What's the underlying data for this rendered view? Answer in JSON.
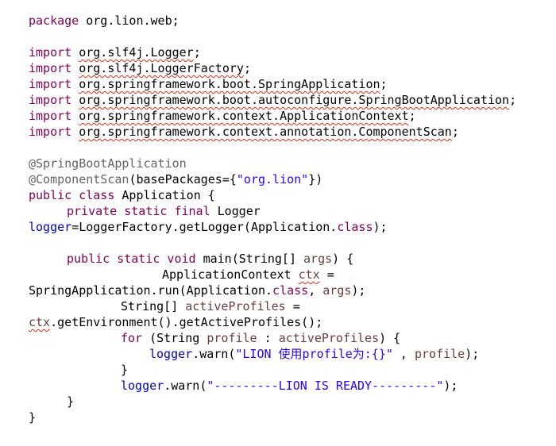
{
  "editor": {
    "package_kw": "package",
    "package_name": " org.lion.web;",
    "import_kw": "import",
    "imports": [
      "org.slf4j.Logger",
      "org.slf4j.LoggerFactory",
      "org.springframework.boot.SpringApplication",
      "org.springframework.boot.autoconfigure.SpringBootApplication",
      "org.springframework.context.ApplicationContext",
      "org.springframework.context.annotation.ComponentScan"
    ],
    "semicolon": ";",
    "ann_springboot": "@SpringBootApplication",
    "ann_componentscan": "@ComponentScan",
    "cs_open": "(basePackages={",
    "cs_str": "\"org.lion\"",
    "cs_close": "})",
    "class_kw": "public class",
    "class_rest": " Application {",
    "field_mod": "private static final",
    "field_type": " Logger",
    "field_name": "logger",
    "field_rest1": "=LoggerFactory.getLogger(Application.",
    "class_literal": "class",
    "paren_semi": ");",
    "main_mod": "public static void",
    "main_name": " main(String[] ",
    "args": "args",
    "brace_open": ") {",
    "ctx_type": "ApplicationContext ",
    "ctx": "ctx",
    "assign": " =",
    "run_call": "SpringApplication.run(Application.",
    "comma_sp": ", ",
    "profiles_type": "String[] ",
    "profiles": "activeProfiles",
    "env_call": ".getEnvironment().getActiveProfiles();",
    "for_kw": "for",
    "for_open": " (String ",
    "profile": "profile",
    "colon": " : ",
    "for_close": ") {",
    "warn_call": ".warn(",
    "warn_str1": "\"LION 使用profile为:{}\"",
    "warn_comma": " , ",
    "warn_str2": "\"---------LION IS READY---------\"",
    "close_brace": "}"
  }
}
